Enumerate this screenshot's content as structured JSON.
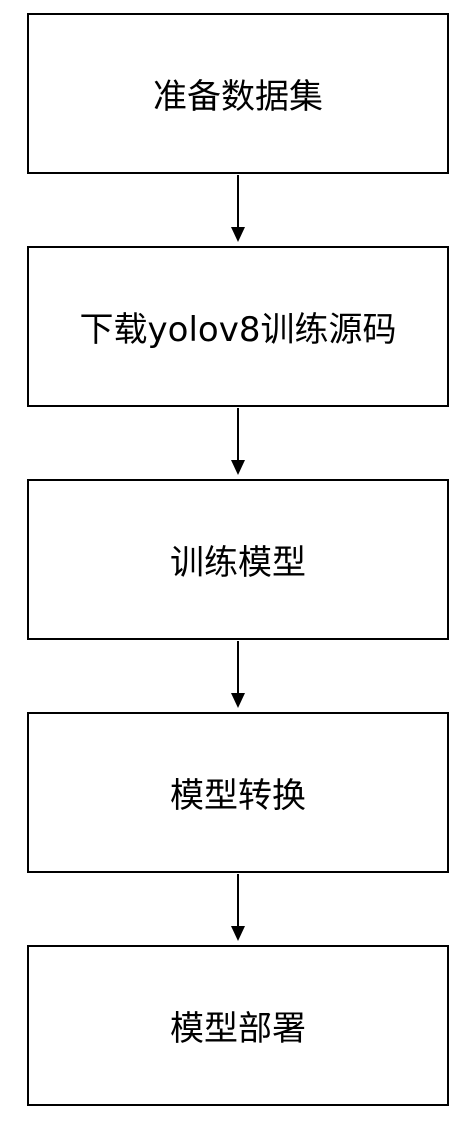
{
  "flowchart": {
    "steps": [
      {
        "label": "准备数据集"
      },
      {
        "label": "下载yolov8训练源码"
      },
      {
        "label": "训练模型"
      },
      {
        "label": "模型转换"
      },
      {
        "label": "模型部署"
      }
    ],
    "colors": {
      "border": "#000000",
      "background": "#ffffff",
      "text": "#000000",
      "arrow": "#000000"
    }
  }
}
